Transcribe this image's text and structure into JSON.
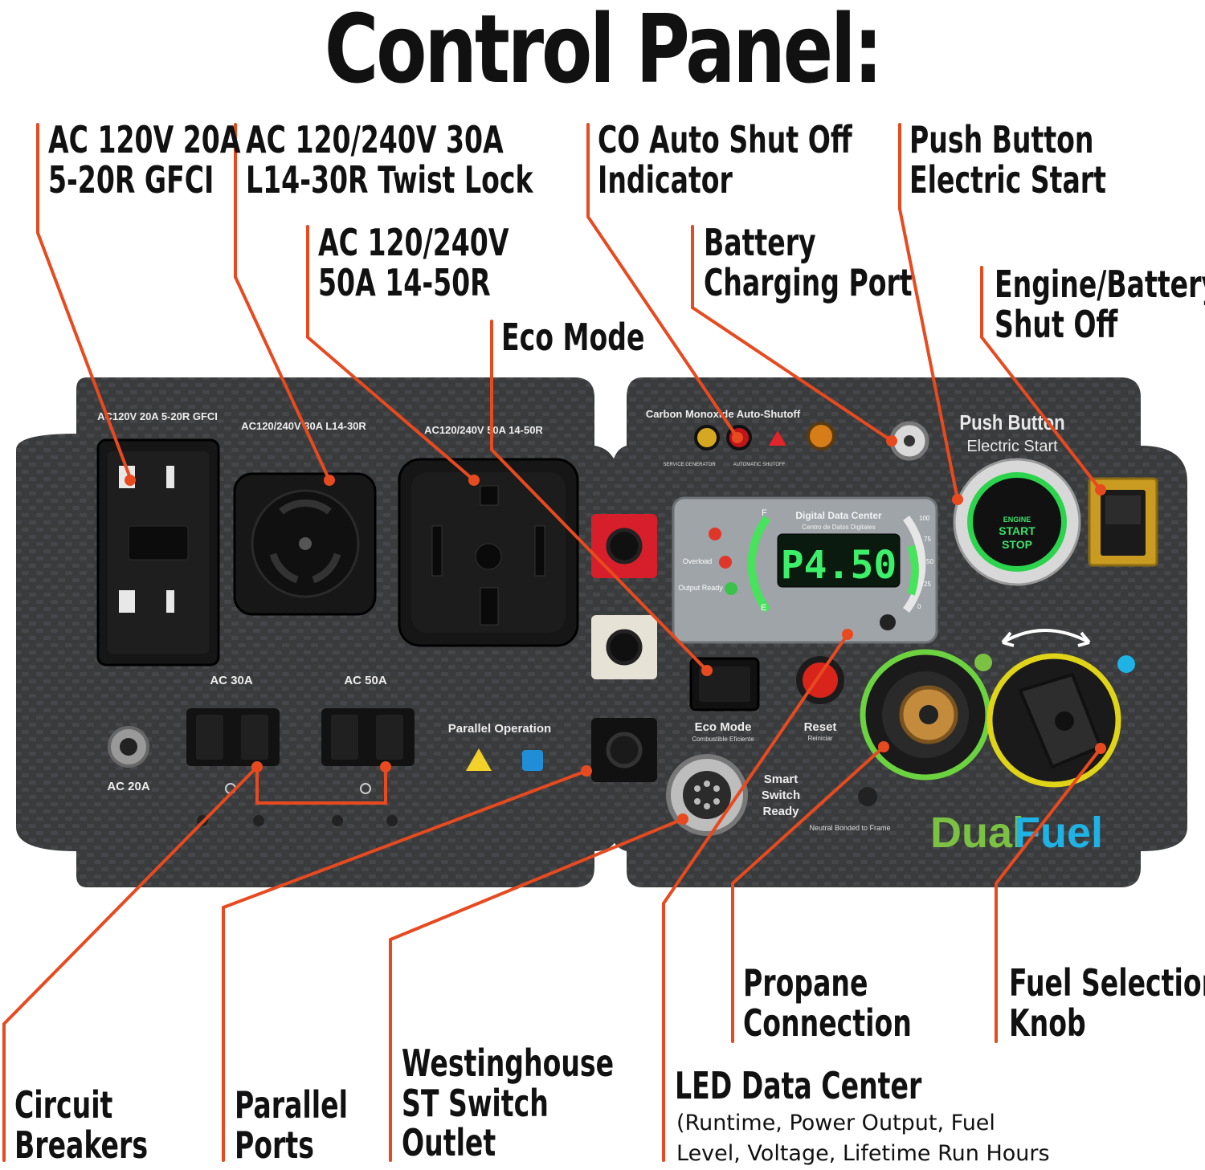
{
  "title": "Control Panel:",
  "callouts": {
    "ac120_20a": [
      "AC 120V 20A",
      "5-20R GFCI"
    ],
    "ac30a": [
      "AC 120/240V 30A",
      "L14-30R Twist Lock"
    ],
    "ac50a": [
      "AC 120/240V",
      "50A 14-50R"
    ],
    "eco": [
      "Eco Mode"
    ],
    "co": [
      "CO Auto Shut Off",
      "Indicator"
    ],
    "battery": [
      "Battery",
      "Charging Port"
    ],
    "push": [
      "Push Button",
      "Electric Start"
    ],
    "shutoff": [
      "Engine/Battery",
      "Shut Off"
    ],
    "propane": [
      "Propane",
      "Connection"
    ],
    "fuel": [
      "Fuel Selection",
      "Knob"
    ],
    "breakers": [
      "Circuit",
      "Breakers"
    ],
    "parallel": [
      "Parallel",
      "Ports"
    ],
    "st_switch": [
      "Westinghouse",
      "ST Switch",
      "Outlet"
    ],
    "led": [
      "LED Data Center"
    ],
    "led_sub": [
      "(Runtime, Power Output, Fuel",
      "Level, Voltage, Lifetime Run Hours"
    ]
  },
  "panel": {
    "label_20a": "AC120V 20A 5-20R GFCI",
    "label_30a": "AC120/240V 30A L14-30R",
    "label_50a": "AC120/240V 50A 14-50R",
    "co_label": "Carbon Monoxide Auto-Shutoff",
    "service_gen": "SERVICE GENERATOR",
    "auto_shutoff": "AUTOMATIC SHUTOFF",
    "push_title": "Push Button",
    "push_sub": "Electric Start",
    "start_btn": [
      "ENGINE",
      "START",
      "STOP"
    ],
    "data_center": "Digital Data Center",
    "data_center_sub": "Centro de Datos Digitales",
    "display": "P4.50",
    "ind_oil": "",
    "ind_overload": "Overload",
    "ind_ready": "Output Ready",
    "gauge_ticks": [
      "100",
      "75",
      "50",
      "25",
      "0"
    ],
    "fuel_f": "F",
    "fuel_e": "E",
    "breaker_30": "AC 30A",
    "breaker_50": "AC 50A",
    "ac20a": "AC 20A",
    "parallel_op": "Parallel Operation",
    "eco_mode": "Eco Mode",
    "eco_sub": "Combustible Eficiente",
    "reset": "Reset",
    "reset_sub": "Reiniciar",
    "smart": [
      "Smart",
      "Switch",
      "Ready"
    ],
    "neutral": "Neutral Bonded to Frame",
    "dual": "Dual",
    "fuel_word": "Fuel"
  },
  "colors": {
    "leader": "#e84a1f",
    "panel": "#3a3b3d",
    "dual_green": "#7cc242",
    "fuel_blue": "#1fb3e5",
    "display_green": "#3cf06a",
    "reset_red": "#d8241b",
    "parallel_red": "#d61f2b",
    "shutoff_yellow": "#d9a520"
  }
}
